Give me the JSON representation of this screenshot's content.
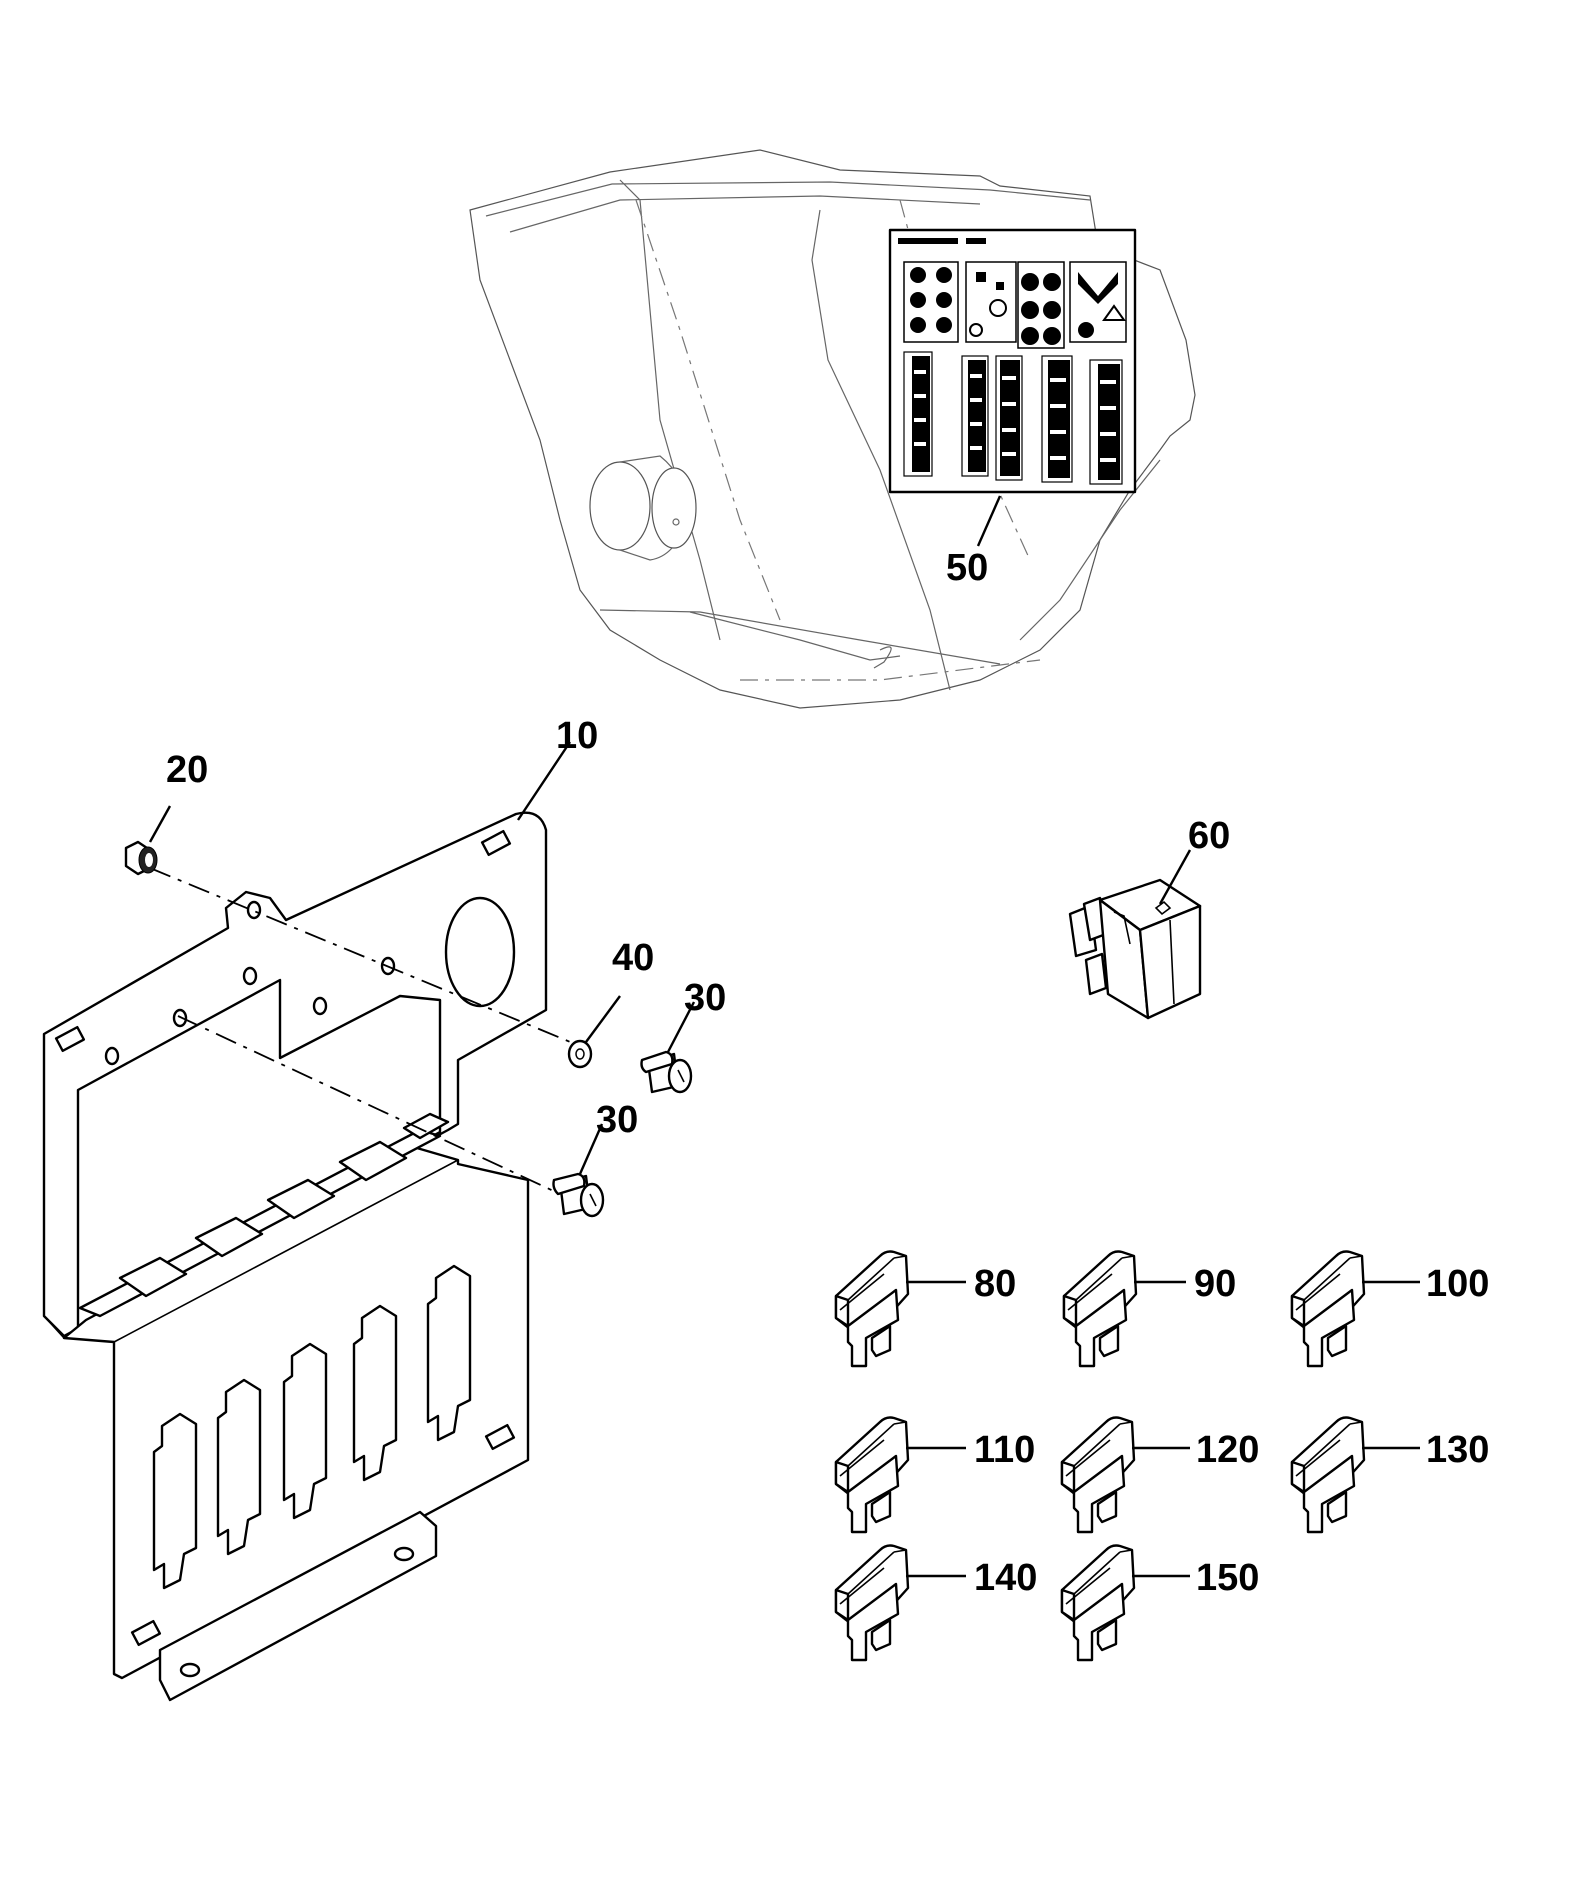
{
  "callouts": [
    {
      "id": "10",
      "text": "10"
    },
    {
      "id": "20",
      "text": "20"
    },
    {
      "id": "30a",
      "text": "30"
    },
    {
      "id": "30b",
      "text": "30"
    },
    {
      "id": "40",
      "text": "40"
    },
    {
      "id": "50",
      "text": "50"
    },
    {
      "id": "60",
      "text": "60"
    },
    {
      "id": "80",
      "text": "80"
    },
    {
      "id": "90",
      "text": "90"
    },
    {
      "id": "100",
      "text": "100"
    },
    {
      "id": "110",
      "text": "110"
    },
    {
      "id": "120",
      "text": "120"
    },
    {
      "id": "130",
      "text": "130"
    },
    {
      "id": "140",
      "text": "140"
    },
    {
      "id": "150",
      "text": "150"
    }
  ]
}
